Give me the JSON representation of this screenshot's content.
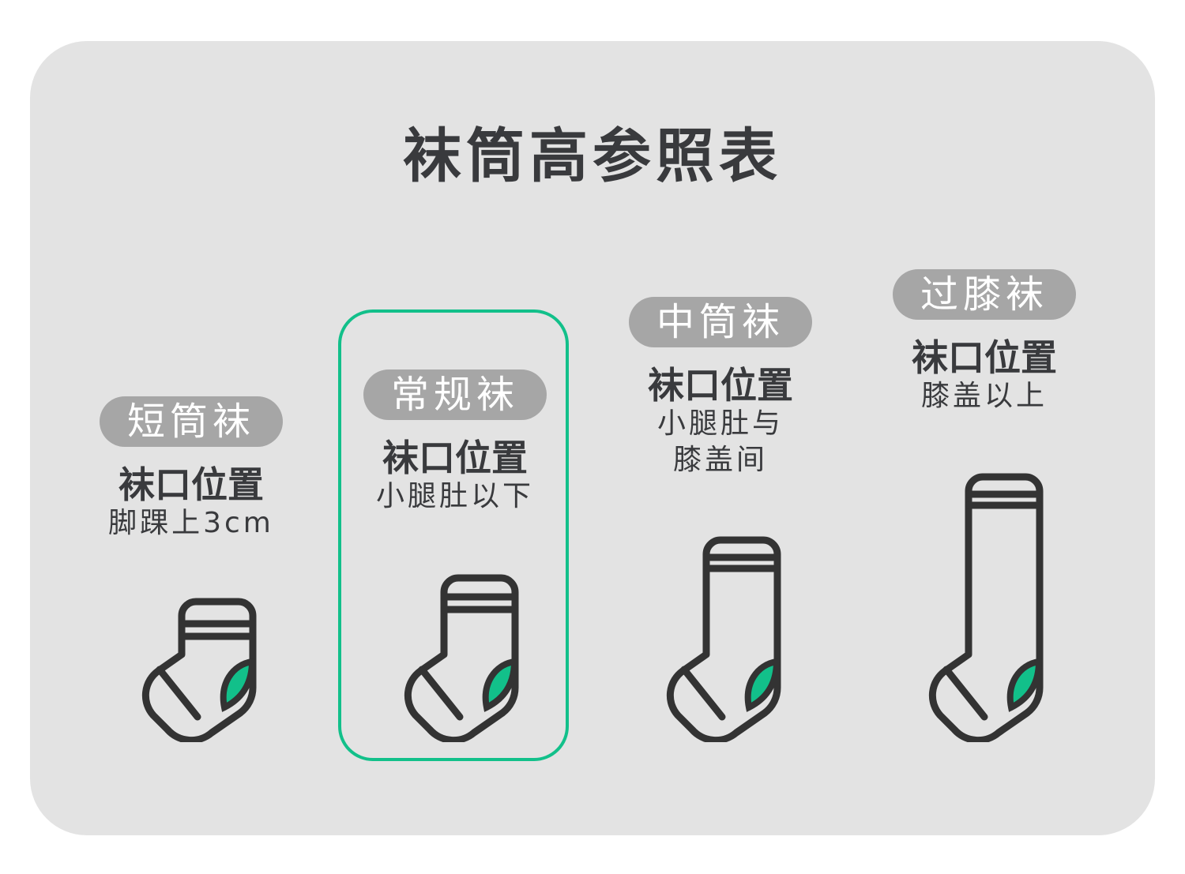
{
  "title": "袜筒高参照表",
  "colors": {
    "background": "#e3e3e3",
    "pill": "#a6a6a6",
    "text": "#393a3d",
    "accent": "#12c08a",
    "outline": "#333333"
  },
  "columns": [
    {
      "name": "短筒袜",
      "label": "袜口位置",
      "desc": [
        "脚踝上3cm"
      ],
      "highlighted": false,
      "icon": "short-sock-icon"
    },
    {
      "name": "常规袜",
      "label": "袜口位置",
      "desc": [
        "小腿肚以下"
      ],
      "highlighted": true,
      "icon": "regular-sock-icon"
    },
    {
      "name": "中筒袜",
      "label": "袜口位置",
      "desc": [
        "小腿肚与",
        "膝盖间"
      ],
      "highlighted": false,
      "icon": "mid-calf-sock-icon"
    },
    {
      "name": "过膝袜",
      "label": "袜口位置",
      "desc": [
        "膝盖以上"
      ],
      "highlighted": false,
      "icon": "over-knee-sock-icon"
    }
  ]
}
